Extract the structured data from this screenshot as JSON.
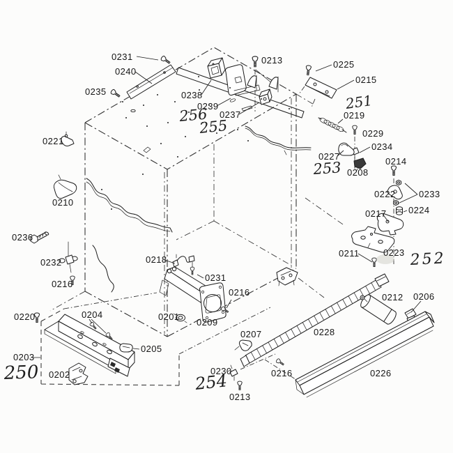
{
  "document": {
    "kind": "appliance exploded parts diagram",
    "paper": "#fcfcfb",
    "ink": "#1c1c1c"
  },
  "labels": {
    "l0231a": {
      "text": "0231"
    },
    "l0240": {
      "text": "0240"
    },
    "l0235": {
      "text": "0235"
    },
    "l0238": {
      "text": "0238"
    },
    "l0239": {
      "text": "0239"
    },
    "l0237": {
      "text": "0237"
    },
    "l0213a": {
      "text": "0213"
    },
    "l0225": {
      "text": "0225"
    },
    "l0215": {
      "text": "0215"
    },
    "l0219": {
      "text": "0219"
    },
    "l0229": {
      "text": "0229"
    },
    "l0234": {
      "text": "0234"
    },
    "l0227": {
      "text": "0227"
    },
    "l0208": {
      "text": "0208"
    },
    "l0214": {
      "text": "0214"
    },
    "l0222": {
      "text": "0222"
    },
    "l0233": {
      "text": "0233"
    },
    "l0224": {
      "text": "0224"
    },
    "l0217": {
      "text": "0217"
    },
    "l0211": {
      "text": "0211"
    },
    "l0223": {
      "text": "0223"
    },
    "l0221": {
      "text": "0221"
    },
    "l0210": {
      "text": "0210"
    },
    "l0236": {
      "text": "0236"
    },
    "l0232": {
      "text": "0232"
    },
    "l0216a": {
      "text": "0216"
    },
    "l0220": {
      "text": "0220"
    },
    "l0204": {
      "text": "0204"
    },
    "l0201": {
      "text": "0201"
    },
    "l0205": {
      "text": "0205"
    },
    "l0203": {
      "text": "0203"
    },
    "l0202": {
      "text": "0202"
    },
    "l0218": {
      "text": "0218"
    },
    "l0231b": {
      "text": "0231"
    },
    "l0216b": {
      "text": "0216"
    },
    "l0209": {
      "text": "0209"
    },
    "l0207": {
      "text": "0207"
    },
    "l0228": {
      "text": "0228"
    },
    "l0212": {
      "text": "0212"
    },
    "l0206": {
      "text": "0206"
    },
    "l0216c": {
      "text": "0216"
    },
    "l0226": {
      "text": "0226"
    },
    "l0230": {
      "text": "0230"
    },
    "l0213b": {
      "text": "0213"
    }
  },
  "notes": {
    "h250": {
      "text": "250"
    },
    "h251": {
      "text": "251"
    },
    "h252": {
      "text": "252"
    },
    "h253": {
      "text": "253"
    },
    "h254": {
      "text": "254"
    },
    "h255": {
      "text": "255"
    },
    "h256": {
      "text": "256"
    }
  }
}
